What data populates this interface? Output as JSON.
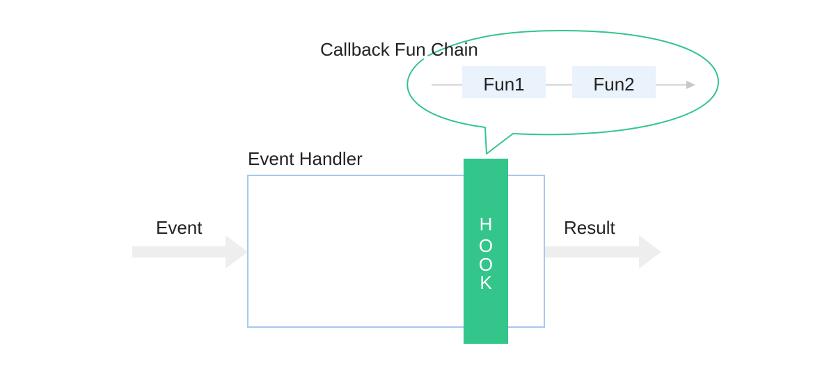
{
  "diagram": {
    "labels": {
      "event": "Event",
      "result": "Result",
      "event_handler": "Event Handler",
      "callback_chain": "Callback Fun Chain"
    },
    "hook": {
      "letters": [
        "H",
        "O",
        "O",
        "K"
      ]
    },
    "chain": {
      "functions": [
        "Fun1",
        "Fun2"
      ]
    },
    "colors": {
      "hook_green": "#33c58a",
      "bubble_outline": "#33c58a",
      "handler_border": "#a9c8ea",
      "function_box": "#eaf2fc",
      "flow_arrow": "#eeeeee",
      "chain_arrow": "#c8c8c8",
      "text": "#222222",
      "hook_text": "#ffffff"
    }
  }
}
